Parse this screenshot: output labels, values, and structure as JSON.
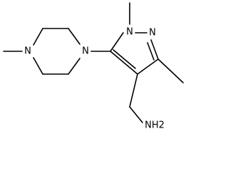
{
  "molecule": {
    "atom_labels": {
      "pip_n_left": "N",
      "pip_n_right": "N",
      "pyrazole_n1": "N",
      "pyrazole_n2": "N",
      "amine": "NH2"
    }
  }
}
